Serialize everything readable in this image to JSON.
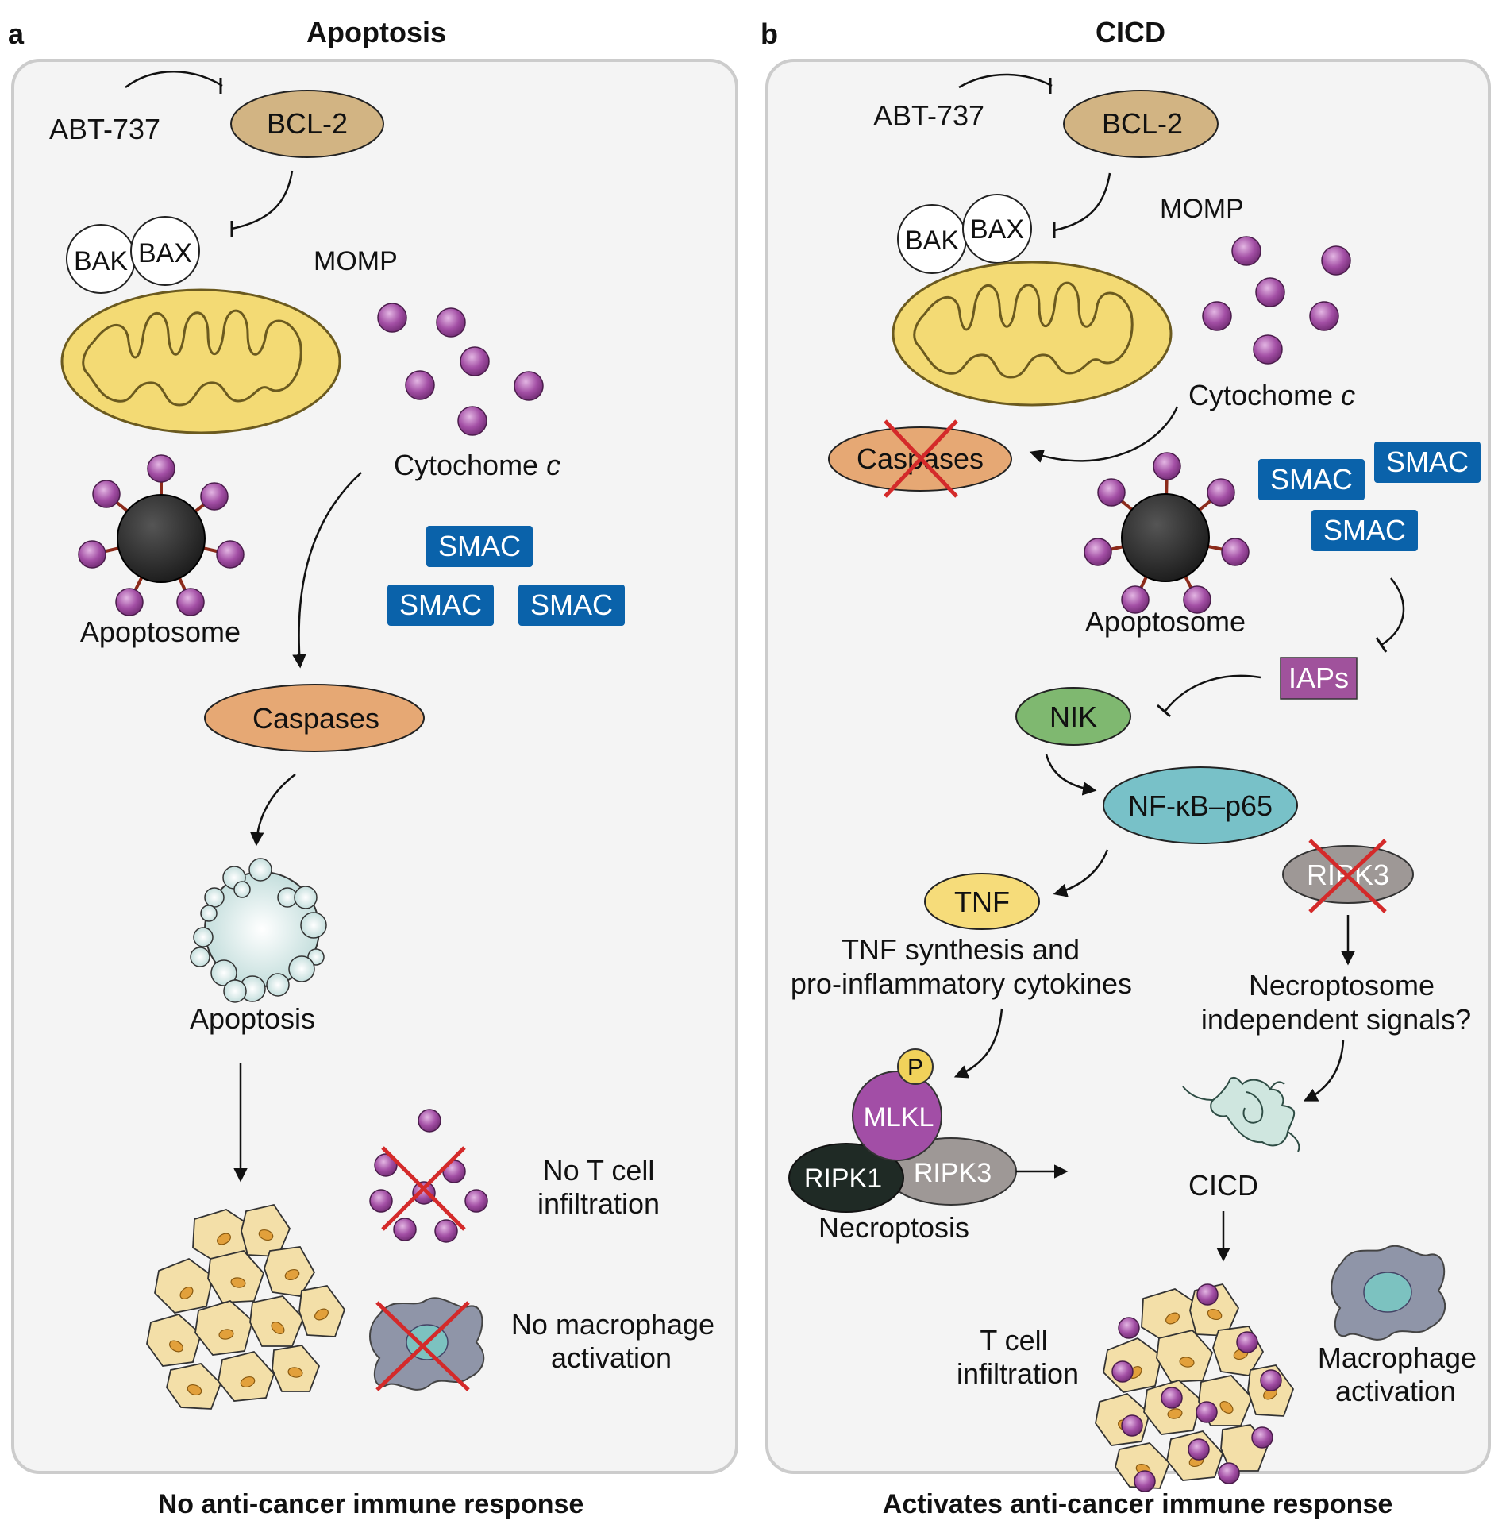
{
  "panel_a": {
    "letter": "a",
    "title": "Apoptosis",
    "abt": "ABT-737",
    "bcl2": "BCL-2",
    "bak": "BAK",
    "bax": "BAX",
    "momp": "MOMP",
    "cytochrome": "Cytochome",
    "cytochrome_c": "c",
    "smac": "SMAC",
    "apoptosome": "Apoptosome",
    "caspases": "Caspases",
    "apoptosis": "Apoptosis",
    "no_t_cell_1": "No T cell",
    "no_t_cell_2": "infiltration",
    "no_macro_1": "No macrophage",
    "no_macro_2": "activation",
    "footer": "No anti-cancer immune response"
  },
  "panel_b": {
    "letter": "b",
    "title": "CICD",
    "abt": "ABT-737",
    "bcl2": "BCL-2",
    "bak": "BAK",
    "bax": "BAX",
    "momp": "MOMP",
    "cytochrome": "Cytochome",
    "cytochrome_c": "c",
    "caspases": "Caspases",
    "smac": "SMAC",
    "apoptosome": "Apoptosome",
    "iaps": "IAPs",
    "nik": "NIK",
    "nfkb": "NF-κB–p65",
    "tnf": "TNF",
    "ripk3_x": "RIPK3",
    "tnf_synth_1": "TNF synthesis and",
    "tnf_synth_2": "pro-inflammatory cytokines",
    "necro_sig_1": "Necroptosome",
    "necro_sig_2": "independent signals?",
    "p": "P",
    "mlkl": "MLKL",
    "ripk1": "RIPK1",
    "ripk3": "RIPK3",
    "necroptosis": "Necroptosis",
    "cicd": "CICD",
    "t_cell_1": "T cell",
    "t_cell_2": "infiltration",
    "macro_1": "Macrophage",
    "macro_2": "activation",
    "footer": "Activates anti-cancer immune response"
  },
  "colors": {
    "panel_bg": "#f4f4f4",
    "panel_border": "#cccccc",
    "bcl2": "#d2b483",
    "mito": "#f3da74",
    "caspases": "#e6a874",
    "smac": "#0a62aa",
    "iaps": "#a0529c",
    "nik": "#7fb870",
    "nfkb": "#78c1c8",
    "tnf": "#f6dc7a",
    "ripk3": "#9e9896",
    "mlkl": "#a24ea6",
    "ripk1": "#1f2a25",
    "p": "#f1d25a",
    "cyto": "#9b4a9c",
    "cross": "#d42a2a"
  }
}
